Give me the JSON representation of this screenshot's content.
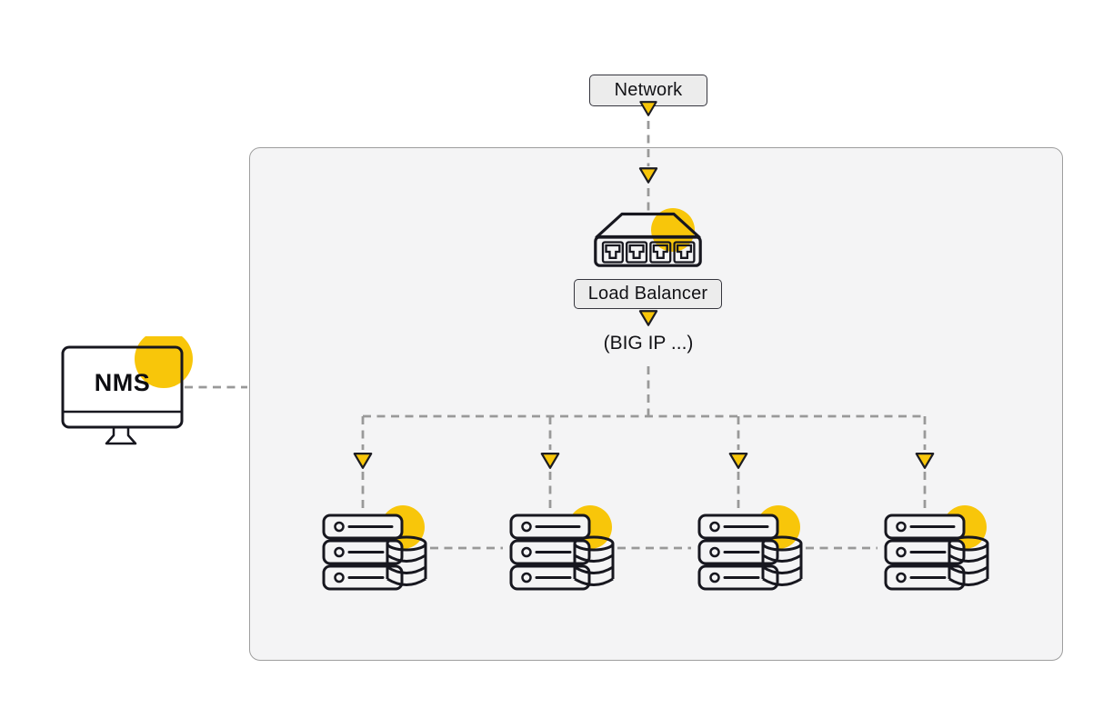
{
  "diagram": {
    "type": "network-architecture",
    "nodes": {
      "network": {
        "label": "Network"
      },
      "load_balancer": {
        "label": "Load Balancer",
        "caption": "(BIG IP ...)"
      },
      "nms": {
        "label": "NMS"
      },
      "server_pool": {
        "count": 4,
        "description": "server stacks with databases"
      }
    },
    "icons": [
      "arrow-down-icon",
      "network-switch-icon",
      "monitor-icon",
      "server-stack-icon",
      "database-icon",
      "accent-circle"
    ],
    "colors": {
      "accent_yellow": "#F8C60A",
      "stroke_dark": "#17171F",
      "dashed_line": "#999999",
      "label_box_bg": "#ECECEC",
      "label_box_border": "#35353D",
      "container_bg": "#F4F4F5",
      "container_border": "#9E9E9E",
      "page_bg": "#FFFFFF"
    }
  }
}
